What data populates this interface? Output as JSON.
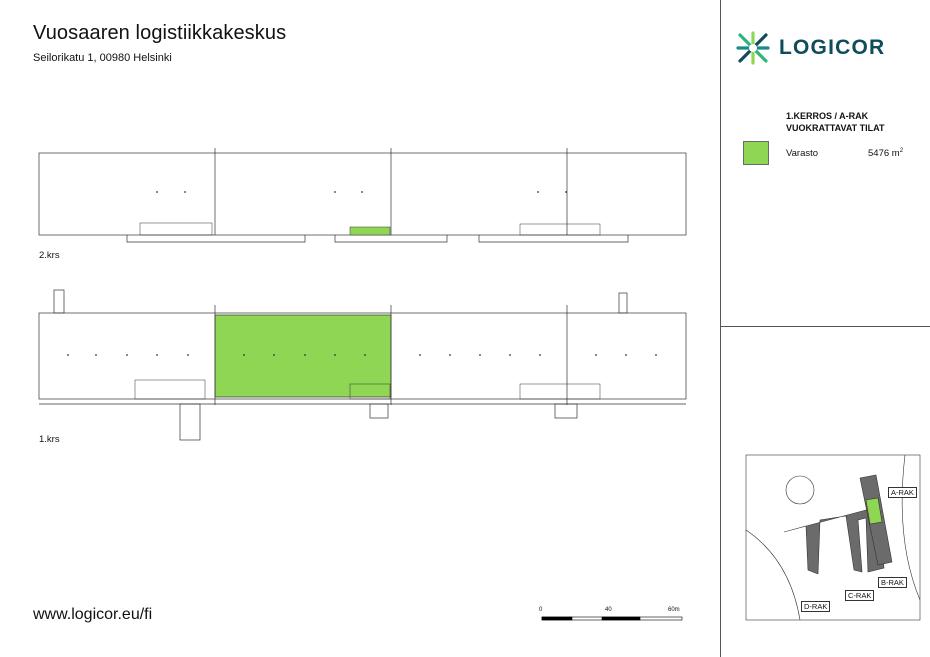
{
  "header": {
    "title": "Vuosaaren logistiikkakeskus",
    "address": "Seilorikatu 1, 00980 Helsinki"
  },
  "footer": {
    "website": "www.logicor.eu/fi"
  },
  "brand": {
    "name": "LOGICOR",
    "color": "#0f4c5c",
    "accent": "#2cb67d"
  },
  "legend": {
    "heading_line1": "1.KERROS / A-RAK",
    "heading_line2": "VUOKRATTAVAT TILAT",
    "item_label": "Varasto",
    "item_area": "5476",
    "item_unit": "m",
    "item_unit_sup": "2",
    "highlight_color": "#8fd654"
  },
  "floors": {
    "upper": "2.krs",
    "lower": "1.krs"
  },
  "scale": {
    "ticks": [
      "0",
      "40",
      "60m"
    ]
  },
  "site_map": {
    "labels": [
      "A-RAK",
      "B-RAK",
      "C-RAK",
      "D-RAK"
    ]
  }
}
